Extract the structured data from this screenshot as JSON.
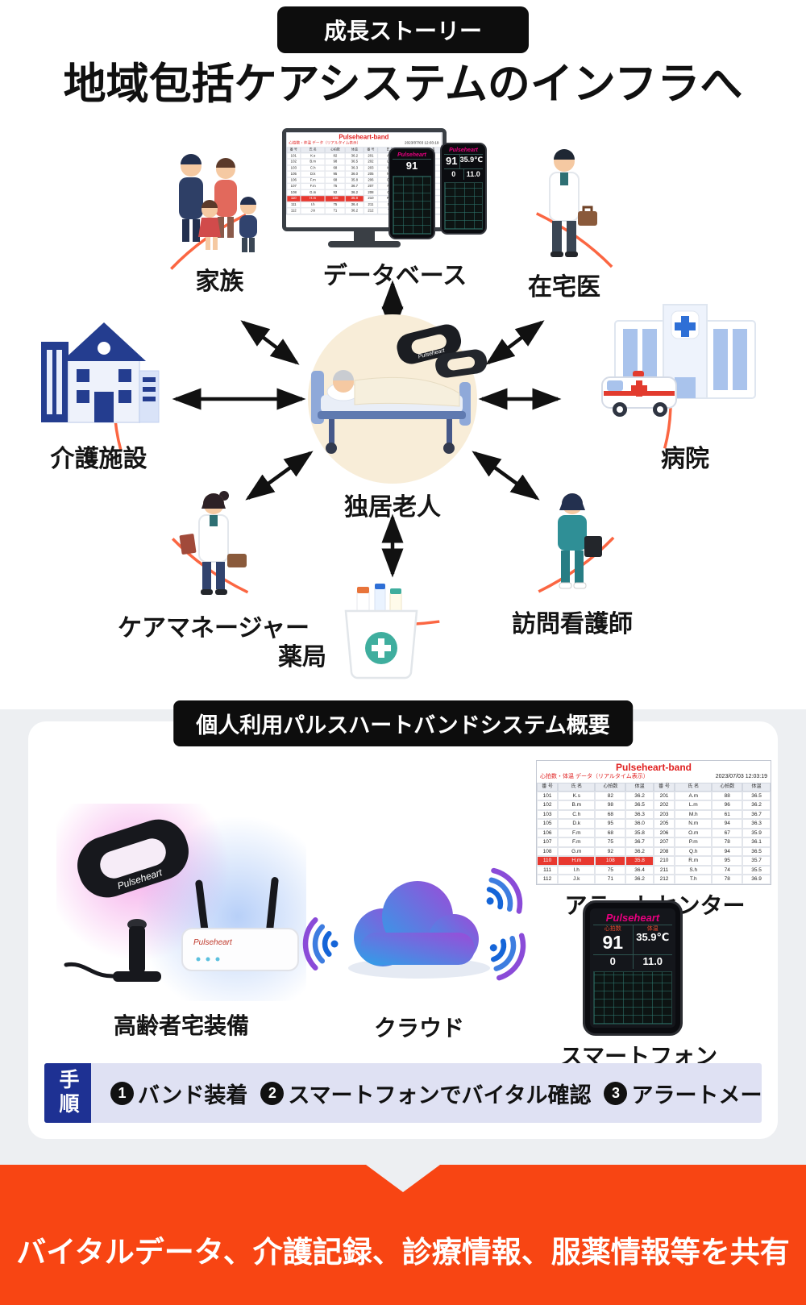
{
  "colors": {
    "accent_orange": "#f84513",
    "arc_orange": "#fb5e38",
    "badge_black": "#0d0d0d",
    "steps_navy": "#1e3193"
  },
  "header": {
    "badge": "成長ストーリー",
    "title": "地域包括ケアシステムのインフラへ"
  },
  "network": {
    "center_label": "独居老人",
    "nodes": {
      "family": "家族",
      "database": "データベース",
      "home_doctor": "在宅医",
      "care_facility": "介護施設",
      "hospital": "病院",
      "care_manager": "ケアマネージャー",
      "visiting_nurse": "訪問看護師",
      "pharmacy": "薬局"
    }
  },
  "system": {
    "badge": "個人利用パルスハートバンドシステム概要",
    "equipment_label": "高齢者宅装備",
    "cloud_label": "クラウド",
    "alert_center_label": "アラートセンター",
    "smartphone_label": "スマートフォン",
    "steps": {
      "label": "手順",
      "items": [
        {
          "num": "1",
          "text": "バンド装着"
        },
        {
          "num": "2",
          "text": "スマートフォンでバイタル確認"
        },
        {
          "num": "3",
          "text": "アラートメール確認"
        }
      ]
    }
  },
  "footer": {
    "text": "バイタルデータ、介護記録、診療情報、服薬情報等を共有"
  },
  "device": {
    "brand": "Pulseheart",
    "phone": {
      "hr_label": "心拍数",
      "hr": "91",
      "temp_label": "体温",
      "temp": "35.9℃",
      "val_a": "0",
      "val_b": "11.0"
    }
  },
  "monitor_table": {
    "title": "Pulseheart-band",
    "subtitle": "心拍数・体温 データ（リアルタイム表示）",
    "datetime": "2023/07/03 12:03:19",
    "headers": [
      "番 号",
      "氏 名",
      "心拍数",
      "体温",
      "番 号",
      "氏 名",
      "心拍数",
      "体温"
    ],
    "rows": [
      [
        "101",
        "K.s",
        "82",
        "36.2",
        "201",
        "A.m",
        "88",
        "36.5"
      ],
      [
        "102",
        "B.m",
        "98",
        "36.5",
        "202",
        "L.m",
        "96",
        "36.2"
      ],
      [
        "103",
        "C.h",
        "68",
        "36.3",
        "203",
        "M.h",
        "61",
        "36.7"
      ],
      [
        "105",
        "D.k",
        "95",
        "36.0",
        "205",
        "N.m",
        "94",
        "36.3"
      ],
      [
        "106",
        "F.m",
        "68",
        "35.8",
        "206",
        "O.m",
        "67",
        "35.9"
      ],
      [
        "107",
        "F.m",
        "75",
        "36.7",
        "207",
        "P.m",
        "78",
        "36.1"
      ],
      [
        "108",
        "G.m",
        "92",
        "36.2",
        "208",
        "Q.h",
        "94",
        "36.5"
      ],
      [
        "110",
        "H.m",
        "108",
        "35.8",
        "210",
        "R.m",
        "95",
        "35.7"
      ],
      [
        "111",
        "I.h",
        "75",
        "36.4",
        "211",
        "S.h",
        "74",
        "35.5"
      ],
      [
        "112",
        "J.k",
        "71",
        "36.2",
        "212",
        "T.h",
        "78",
        "36.9"
      ]
    ],
    "alert_row_index": 7
  }
}
